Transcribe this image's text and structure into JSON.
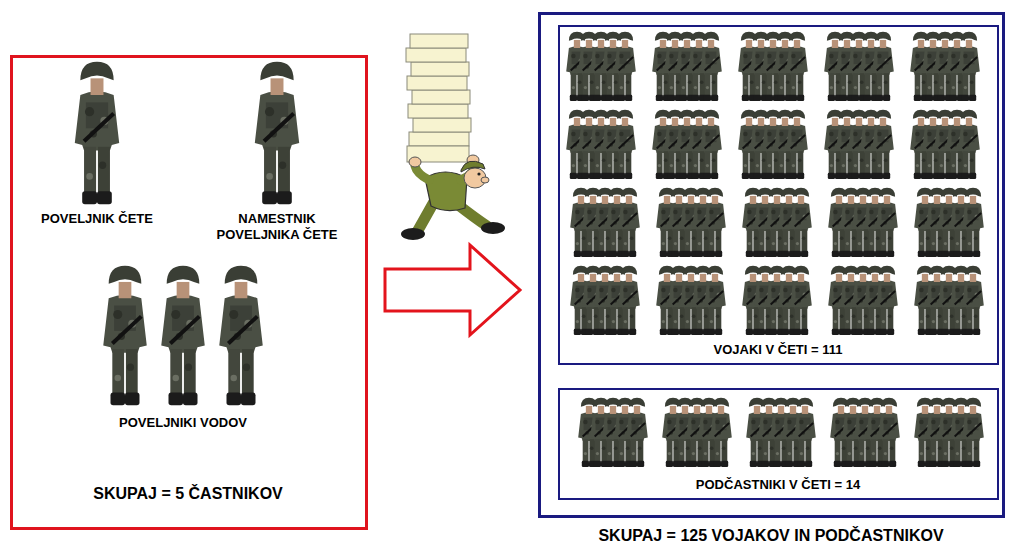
{
  "diagram": {
    "nodes": [
      {
        "text": [
          "POVELJNIK ČETE",
          "NAMESTNIK POVELJNIKA ČETE",
          "POVELJNIKI VODOV",
          "SKUPAJ = 5 ČASTNIKOV"
        ]
      },
      {
        "text": [
          "SKUPAJ = 125 VOJAKOV IN PODČASTNIKOV"
        ]
      },
      {
        "text": [
          "VOJAKI V ČETI = 111"
        ],
        "in": 1
      },
      {
        "text": [
          "PODČASTNIKI V ČETI = 14"
        ],
        "in": 1
      }
    ],
    "edges": [
      {
        "from": 0,
        "to": 1,
        "arrow": "to"
      }
    ]
  }
}
